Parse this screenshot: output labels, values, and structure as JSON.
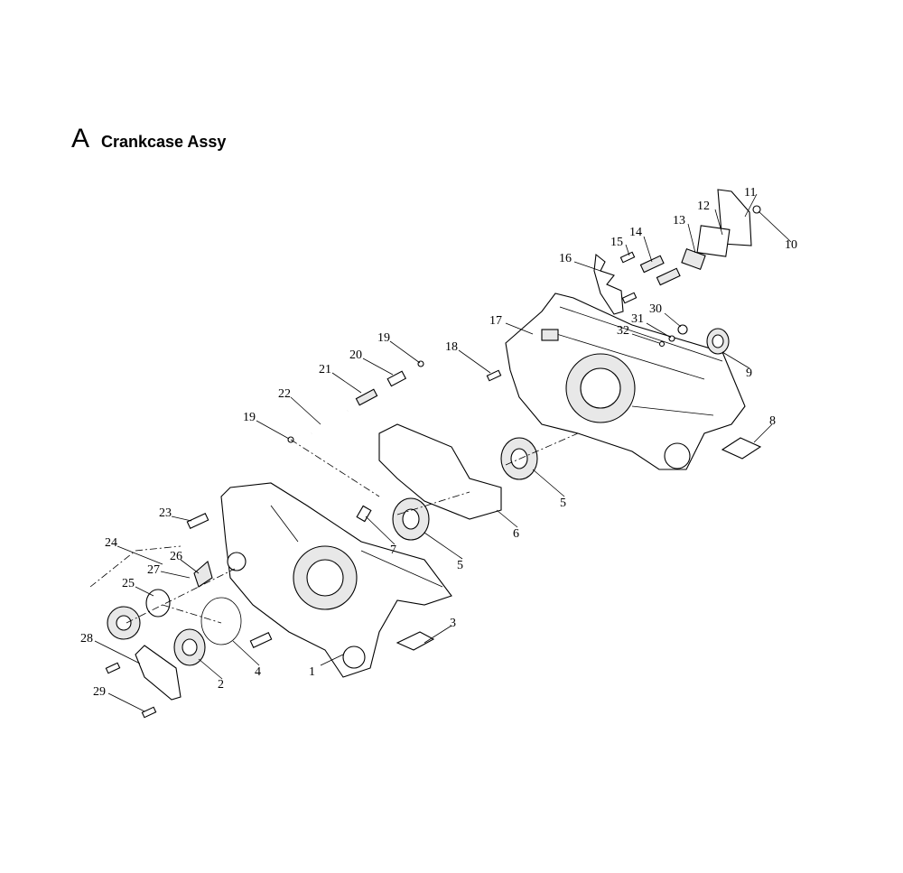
{
  "section": {
    "letter": "A",
    "title": "Crankcase Assy"
  },
  "callouts": [
    "11",
    "12",
    "13",
    "10",
    "15",
    "14",
    "16",
    "17",
    "18",
    "30",
    "31",
    "32",
    "9",
    "8",
    "19",
    "20",
    "21",
    "22",
    "19",
    "5",
    "6",
    "7",
    "5",
    "23",
    "24",
    "26",
    "27",
    "25",
    "3",
    "4",
    "1",
    "2",
    "28",
    "29"
  ]
}
